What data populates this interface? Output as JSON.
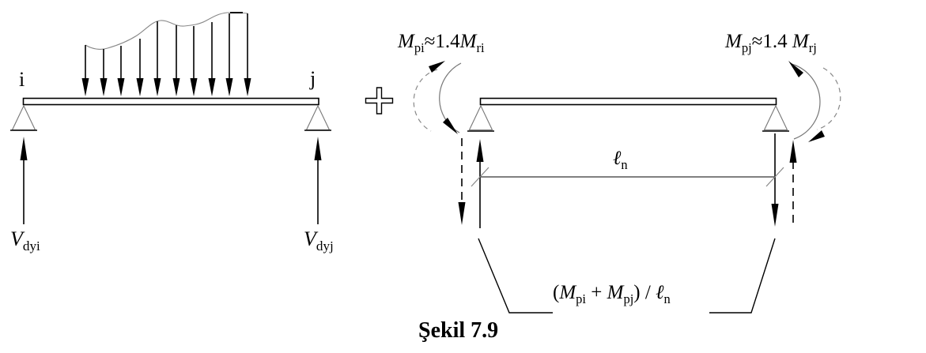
{
  "figure": {
    "caption": "Şekil 7.9",
    "operator": "+"
  },
  "left_diagram": {
    "node_i": "i",
    "node_j": "j",
    "load_arrow_count": 10,
    "reaction_left": {
      "base": "V",
      "sub": "dyi"
    },
    "reaction_right": {
      "base": "V",
      "sub": "dyj"
    }
  },
  "right_diagram": {
    "moment_left": {
      "sym1": "M",
      "sub1": "pi",
      "mid": "≈1.4",
      "sym2": "M",
      "sub2": "ri"
    },
    "moment_right": {
      "sym1": "M",
      "sub1": "pj",
      "mid": "≈1.4 ",
      "sym2": "M",
      "sub2": "rj"
    },
    "span_label": {
      "sym": "ℓ",
      "sub": "n"
    },
    "shear_label": {
      "open": "(",
      "m1": "M",
      "m1_sub": "pi",
      "plus": " + ",
      "m2": "M",
      "m2_sub": "pj",
      "close": ") / ",
      "ell": "ℓ",
      "ell_sub": "n"
    }
  }
}
